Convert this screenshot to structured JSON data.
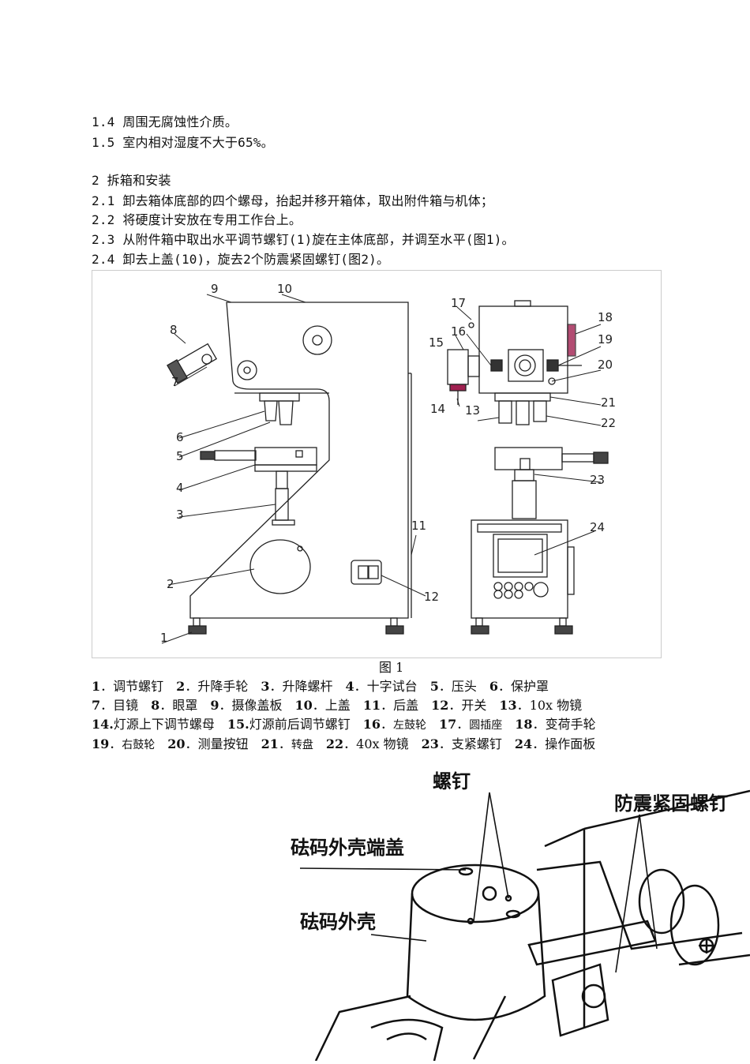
{
  "text_lines": [
    "1.4 周围无腐蚀性介质。",
    "1.5 室内相对湿度不大于65%。",
    "2 拆箱和安装",
    "2.1 卸去箱体底部的四个螺母，抬起并移开箱体，取出附件箱与机体；",
    "2.2 将硬度计安放在专用工作台上。",
    "2.3 从附件箱中取出水平调节螺钉(1)旋在主体底部，并调至水平(图1)。",
    "2.4 卸去上盖(10)，旋去2个防震紧固螺钉(图2)。"
  ],
  "figure1": {
    "caption": "图 1",
    "callouts": [
      "1",
      "2",
      "3",
      "4",
      "5",
      "6",
      "7",
      "8",
      "9",
      "10",
      "11",
      "12",
      "13",
      "14",
      "15",
      "16",
      "17",
      "18",
      "19",
      "20",
      "21",
      "22",
      "23",
      "24"
    ]
  },
  "legend_rows": [
    [
      {
        "n": "1",
        "t": "调节螺钉"
      },
      {
        "n": "2",
        "t": "升降手轮"
      },
      {
        "n": "3",
        "t": "升降螺杆"
      },
      {
        "n": "4",
        "t": "十字试台"
      },
      {
        "n": "5",
        "t": "压头"
      },
      {
        "n": "6",
        "t": "保护罩"
      }
    ],
    [
      {
        "n": "7",
        "t": "目镜"
      },
      {
        "n": "8",
        "t": "眼罩"
      },
      {
        "n": "9",
        "t": "摄像盖板"
      },
      {
        "n": "10",
        "t": "上盖"
      },
      {
        "n": "11",
        "t": "后盖"
      },
      {
        "n": "12",
        "t": "开关"
      },
      {
        "n": "13",
        "t": "10x 物镜"
      }
    ],
    [
      {
        "n": "14.",
        "t": "灯源上下调节螺母"
      },
      {
        "n": "15.",
        "t": "灯源前后调节螺钉"
      },
      {
        "n": "16",
        "t": "左鼓轮"
      },
      {
        "n": "17",
        "t": "圆插座"
      },
      {
        "n": "18",
        "t": "变荷手轮"
      }
    ],
    [
      {
        "n": "19",
        "t": "右鼓轮"
      },
      {
        "n": "20",
        "t": "测量按钮"
      },
      {
        "n": "21",
        "t": "转盘"
      },
      {
        "n": "22",
        "t": "40x 物镜"
      },
      {
        "n": "23",
        "t": "支紧螺钉"
      },
      {
        "n": "24",
        "t": "操作面板"
      }
    ]
  ],
  "figure2": {
    "labels": [
      "螺钉",
      "防震紧固螺钉",
      "砝码外壳端盖",
      "砝码外壳"
    ]
  }
}
